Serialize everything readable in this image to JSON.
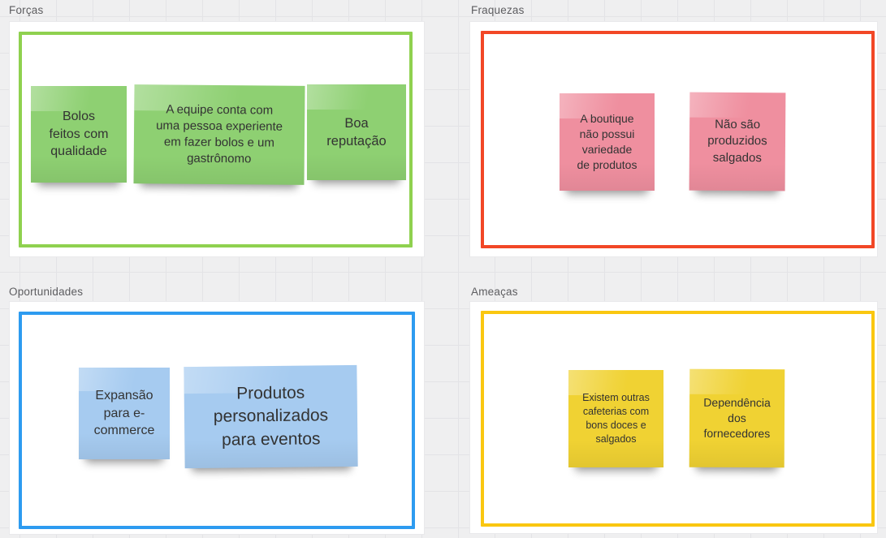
{
  "board": {
    "background_color": "#efeff0",
    "grid_line_color": "#e3e3e6"
  },
  "quadrants": [
    {
      "label": "Forças",
      "border_color": "#8FD14F",
      "note_color": "#8ED072",
      "notes": [
        {
          "text": "Bolos\nfeitos com\nqualidade"
        },
        {
          "text": "A equipe conta com\numa pessoa experiente\nem fazer bolos e um\ngastrônomo"
        },
        {
          "text": "Boa\nreputação"
        }
      ]
    },
    {
      "label": "Fraquezas",
      "border_color": "#F24726",
      "note_color": "#EF8F9F",
      "notes": [
        {
          "text": "A boutique\nnão possui\nvariedade\nde produtos"
        },
        {
          "text": "Não são\nproduzidos\nsalgados"
        }
      ]
    },
    {
      "label": "Oportunidades",
      "border_color": "#2D9BF0",
      "note_color": "#A6CBF0",
      "notes": [
        {
          "text": "Expansão\npara e-\ncommerce"
        },
        {
          "text": "Produtos\npersonalizados\npara eventos"
        }
      ]
    },
    {
      "label": "Ameaças",
      "border_color": "#FAC710",
      "note_color": "#F0D233",
      "notes": [
        {
          "text": "Existem outras\ncafeterias com\nbons doces e\nsalgados"
        },
        {
          "text": "Dependência\ndos\nfornecedores"
        }
      ]
    }
  ]
}
